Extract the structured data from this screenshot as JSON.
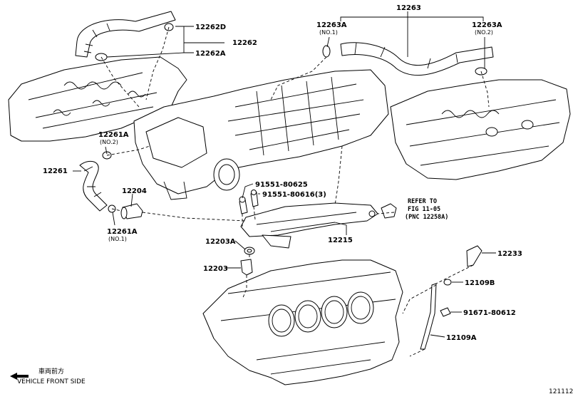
{
  "labels": {
    "p12263": "12263",
    "p12263a": "12263A",
    "no1": "(NO.1)",
    "no2": "(NO.2)",
    "p12262d": "12262D",
    "p12262": "12262",
    "p12262a": "12262A",
    "p12261a": "12261A",
    "p12261": "12261",
    "p12204": "12204",
    "b91551_80625": "91551-80625",
    "b91551_80616": "91551-80616(3)",
    "refer_to": "REFER TO",
    "fig": "FIG 11-05",
    "pnc": "(PNC 12258A)",
    "p12215": "12215",
    "p12203a": "12203A",
    "p12203": "12203",
    "p12233": "12233",
    "p12109b": "12109B",
    "b91671_80612": "91671-80612",
    "p12109a": "12109A"
  },
  "direction": {
    "cjk": "車両前方",
    "text": "VEHICLE FRONT SIDE"
  },
  "figure_number": "121112"
}
